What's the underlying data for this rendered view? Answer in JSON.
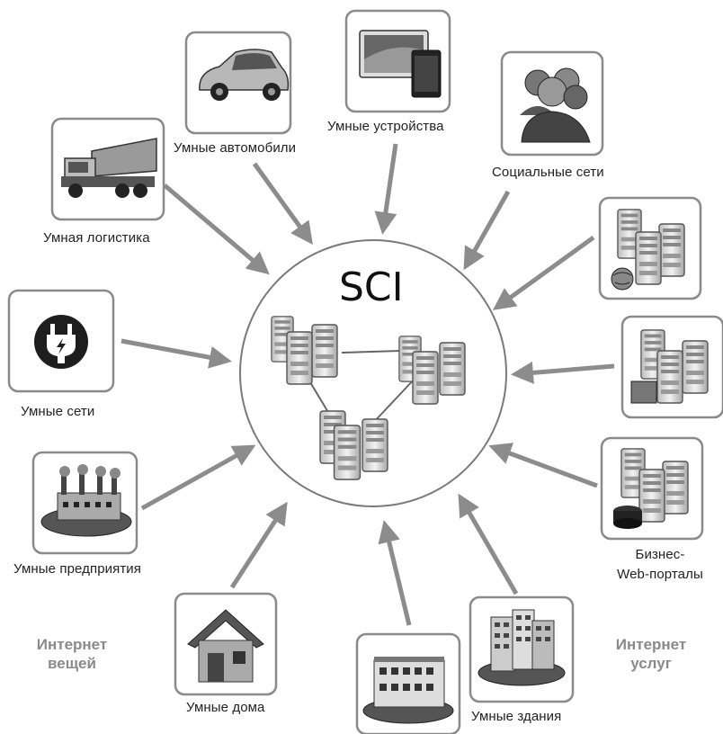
{
  "center": {
    "title": "SCI"
  },
  "nodes": {
    "logistics": {
      "label": "Умная логистика",
      "icon": "truck-icon"
    },
    "cars": {
      "label": "Умные автомобили",
      "icon": "car-icon"
    },
    "devices": {
      "label": "Умные устройства",
      "icon": "smart-devices-icon"
    },
    "social": {
      "label": "Социальные сети",
      "icon": "people-icon"
    },
    "grids": {
      "label": "Умные сети",
      "icon": "power-plug-icon"
    },
    "enterprises": {
      "label": "Умные предприятия",
      "icon": "factory-icon"
    },
    "homes": {
      "label": "Умные дома",
      "icon": "house-icon"
    },
    "buildings": {
      "label": "Умные здания",
      "icon": "building-icon"
    },
    "web_servers": {
      "label": "",
      "icon": "web-server-icon"
    },
    "doc_servers": {
      "label": "",
      "icon": "document-server-icon"
    },
    "portals": {
      "label_line1": "Бизнес-",
      "label_line2": "Web-порталы",
      "icon": "database-server-icon"
    }
  },
  "groups": {
    "iot": {
      "line1": "Интернет",
      "line2": "вещей"
    },
    "ios": {
      "line1": "Интернет",
      "line2": "услуг"
    }
  },
  "colors": {
    "arrow": "#8c8c8c",
    "box_border": "#8a8a8a",
    "group_text": "#8a8a8a"
  }
}
